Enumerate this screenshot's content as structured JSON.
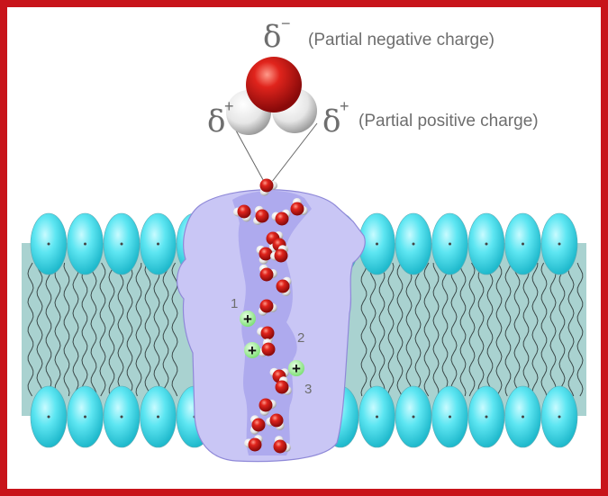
{
  "molecule_labels": {
    "negative_symbol": "δ",
    "negative_sign": "−",
    "negative_text": "(Partial negative charge)",
    "positive_left_symbol": "δ",
    "positive_left_sign": "+",
    "positive_right_symbol": "δ",
    "positive_right_sign": "+",
    "positive_text": "(Partial positive charge)"
  },
  "binding_sites": [
    {
      "number": "1",
      "symbol": "+"
    },
    {
      "number": "",
      "symbol": "+"
    },
    {
      "number": "2",
      "symbol": ""
    },
    {
      "number": "3",
      "symbol": "+"
    }
  ],
  "colors": {
    "border": "#c8141a",
    "membrane": "#a9d2d0",
    "lipid_head": "#4fe1ef",
    "channel": "#c9c6f5",
    "pore": "#aeaaee",
    "oxygen": "#d4141a",
    "hydrogen": "#f2f2f2",
    "site": "#9ff09a"
  }
}
